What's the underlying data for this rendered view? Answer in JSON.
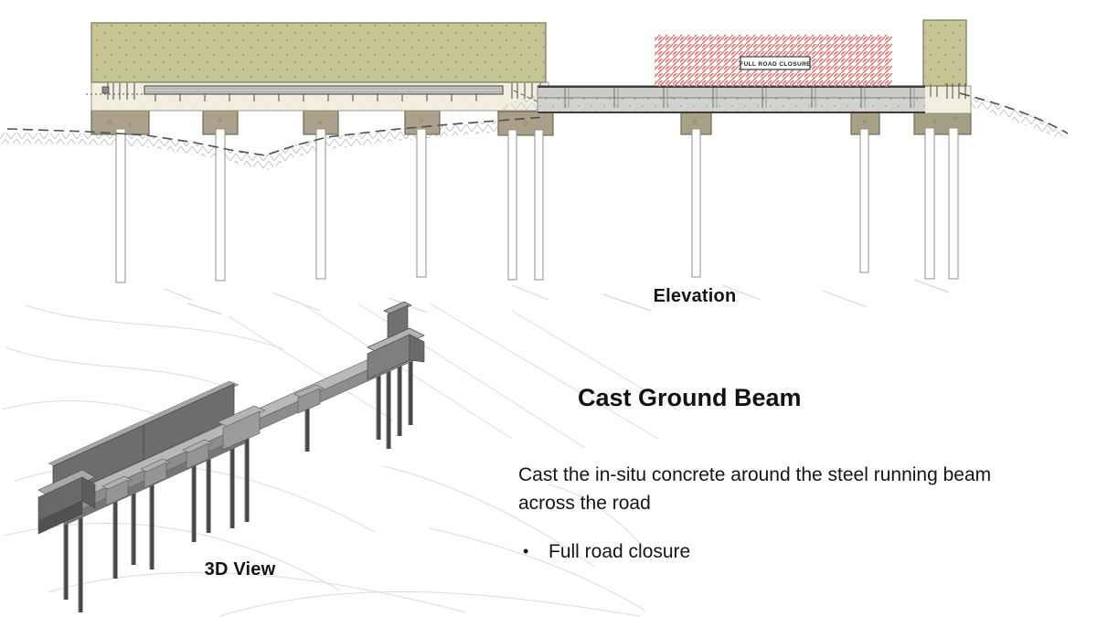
{
  "slide": {
    "elevation": {
      "caption": "Elevation",
      "closure_label": "FULL ROAD CLOSURE"
    },
    "three_d": {
      "caption": "3D View"
    },
    "content": {
      "title": "Cast Ground Beam",
      "body_line1": "Cast the in-situ concrete around the steel running beam",
      "body_line2": "across the road",
      "bullet_glyph": "•",
      "bullets": [
        "Full road closure"
      ]
    },
    "colors": {
      "embankment_olive": "#c7c493",
      "cream_beam": "#f2efe1",
      "pile_cap_taupe": "#aca28b",
      "concrete_beam_gray": "#d2d2cf",
      "closure_hatch_red": "#e26a6a",
      "ground_hatch_gray": "#c4c4c4",
      "model_gray": "#8d8d8d",
      "text_black": "#111111"
    }
  }
}
